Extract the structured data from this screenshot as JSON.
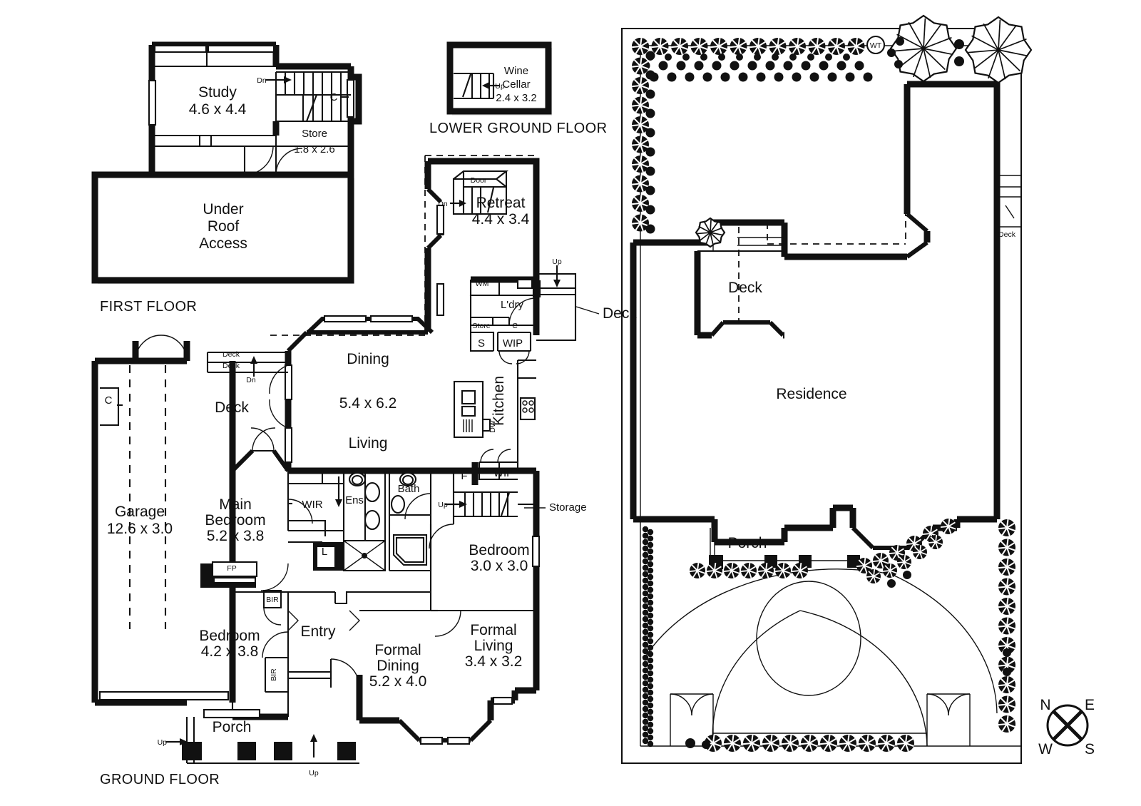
{
  "document": {
    "type": "architectural-floor-plan",
    "sheet_background": "#ffffff",
    "ink_color": "#111111"
  },
  "floors": [
    {
      "id": "first-floor",
      "caption": "FIRST FLOOR",
      "rooms": [
        {
          "name": "Study",
          "dimensions": "4.6 x 4.4"
        },
        {
          "name": "Store",
          "dimensions": "1.8 x 2.6"
        },
        {
          "name": "Under\nRoof\nAccess",
          "dimensions": ""
        }
      ],
      "labels": {
        "study_name": "Study",
        "study_dim": "4.6 x 4.4",
        "store_name": "Store",
        "store_dim": "1.8 x 2.6",
        "under_roof_1": "Under",
        "under_roof_2": "Roof",
        "under_roof_3": "Access",
        "stair_dn": "Dn",
        "cupboard": "C"
      }
    },
    {
      "id": "lower-ground-floor",
      "caption": "LOWER GROUND FLOOR",
      "labels": {
        "wine_1": "Wine",
        "wine_2": "Cellar",
        "wine_dim": "2.4 x 3.2",
        "stair_up": "Up"
      }
    },
    {
      "id": "ground-floor",
      "caption": "GROUND FLOOR",
      "rooms": [
        {
          "name": "Retreat",
          "dimensions": "4.4 x 3.4"
        },
        {
          "name": "Dining",
          "dimensions": "5.4 x 6.2"
        },
        {
          "name": "Living",
          "dimensions": ""
        },
        {
          "name": "Kitchen",
          "dimensions": ""
        },
        {
          "name": "Garage",
          "dimensions": "12.6 x 3.0"
        },
        {
          "name": "Main Bedroom",
          "dimensions": "5.2 x 3.8"
        },
        {
          "name": "Bedroom",
          "dimensions": "4.2 x 3.8"
        },
        {
          "name": "Bedroom",
          "dimensions": "3.0 x 3.0"
        },
        {
          "name": "Formal Dining",
          "dimensions": "5.2 x 4.0"
        },
        {
          "name": "Formal Living",
          "dimensions": "3.4 x 3.2"
        },
        {
          "name": "Entry",
          "dimensions": ""
        },
        {
          "name": "Porch",
          "dimensions": ""
        },
        {
          "name": "Deck",
          "dimensions": ""
        }
      ],
      "labels": {
        "retreat_name": "Retreat",
        "retreat_dim": "4.4 x 3.4",
        "door_label": "Door",
        "retreat_dn": "Dn",
        "wm": "WM",
        "ldry": "L'dry",
        "store": "Store",
        "s": "S",
        "wip_upper": "WIP",
        "cupboard_ldry": "C",
        "deck_ldry": "Deck",
        "deck_up": "Up",
        "dining_name": "Dining",
        "dining_dim": "5.4 x 6.2",
        "living_name": "Living",
        "kitchen_name": "Kitchen",
        "dishwasher": "DW",
        "wip_lower": "WIP",
        "fridge": "F",
        "stair_up": "Up",
        "storage": "Storage",
        "deck_step_1": "Deck",
        "deck_step_2": "Deck",
        "deck_dn": "Dn",
        "deck_name": "Deck",
        "garage_name": "Garage",
        "garage_dim": "12.6 x 3.0",
        "garage_c": "C",
        "main_bed_1": "Main",
        "main_bed_2": "Bedroom",
        "main_bed_dim": "5.2 x 3.8",
        "fireplace": "FP",
        "bir_main": "BIR",
        "wir": "WIR",
        "ens": "Ens",
        "bath": "Bath",
        "linen": "L",
        "bedroom2_name": "Bedroom",
        "bedroom2_dim": "4.2 x 3.8",
        "bir_bed2": "BIR",
        "entry": "Entry",
        "porch": "Porch",
        "porch_up": "Up",
        "entry_up": "Up",
        "formal_dining_1": "Formal",
        "formal_dining_2": "Dining",
        "formal_dining_dim": "5.2 x 4.0",
        "formal_living_1": "Formal",
        "formal_living_2": "Living",
        "formal_living_dim": "3.4 x 3.2",
        "bedroom3_name": "Bedroom",
        "bedroom3_dim": "3.0 x 3.0"
      }
    }
  ],
  "site_plan": {
    "id": "site-plan",
    "labels": {
      "residence": "Residence",
      "deck_rear": "Deck",
      "deck_side": "Deck",
      "porch": "Porch",
      "water_tank": "WT"
    },
    "features": [
      "hedge-row-north",
      "hedge-row-west",
      "hedge-row-south",
      "hedge-row-east",
      "mature-trees",
      "circular-driveway",
      "garden-bed"
    ]
  },
  "compass": {
    "id": "compass-rose",
    "north": "N",
    "east": "E",
    "south": "S",
    "west": "W",
    "rotation_note": "rotated-45"
  }
}
